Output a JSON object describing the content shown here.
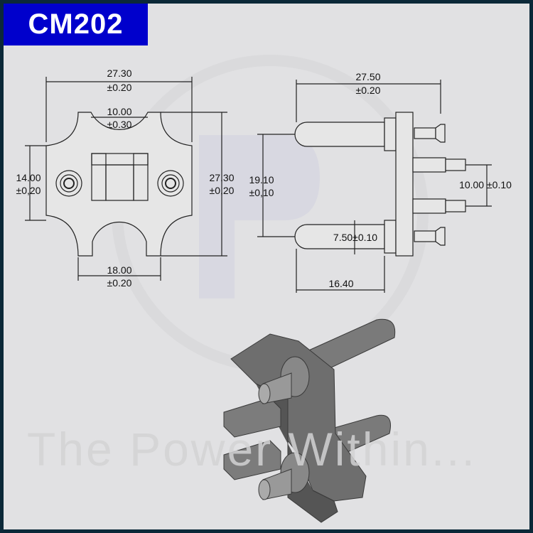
{
  "header": {
    "model": "CM202"
  },
  "watermark": "The Power Within...",
  "colors": {
    "header_bg": "#0000cc",
    "border": "#0b2838",
    "background": "#e1e1e3",
    "part": "#6b6b6b"
  },
  "front_view": {
    "overall_width": {
      "value": "27.30",
      "tol": "±0.20"
    },
    "top_notch": {
      "value": "10.00",
      "tol": "±0.30"
    },
    "pin_spacing": {
      "value": "14.00",
      "tol": "±0,20"
    },
    "overall_height": {
      "value": "27.30",
      "tol": "±0,20"
    },
    "bottom_width": {
      "value": "18.00",
      "tol": "±0.20"
    }
  },
  "side_view": {
    "overall_length": {
      "value": "27.50",
      "tol": "±0.20"
    },
    "pin_spacing": {
      "value": "19.10",
      "tol": "±0,10"
    },
    "terminal_spacing": "10.00 ±0.10",
    "pin_diameter": "7.50±0.10",
    "pin_length": "16.40"
  }
}
